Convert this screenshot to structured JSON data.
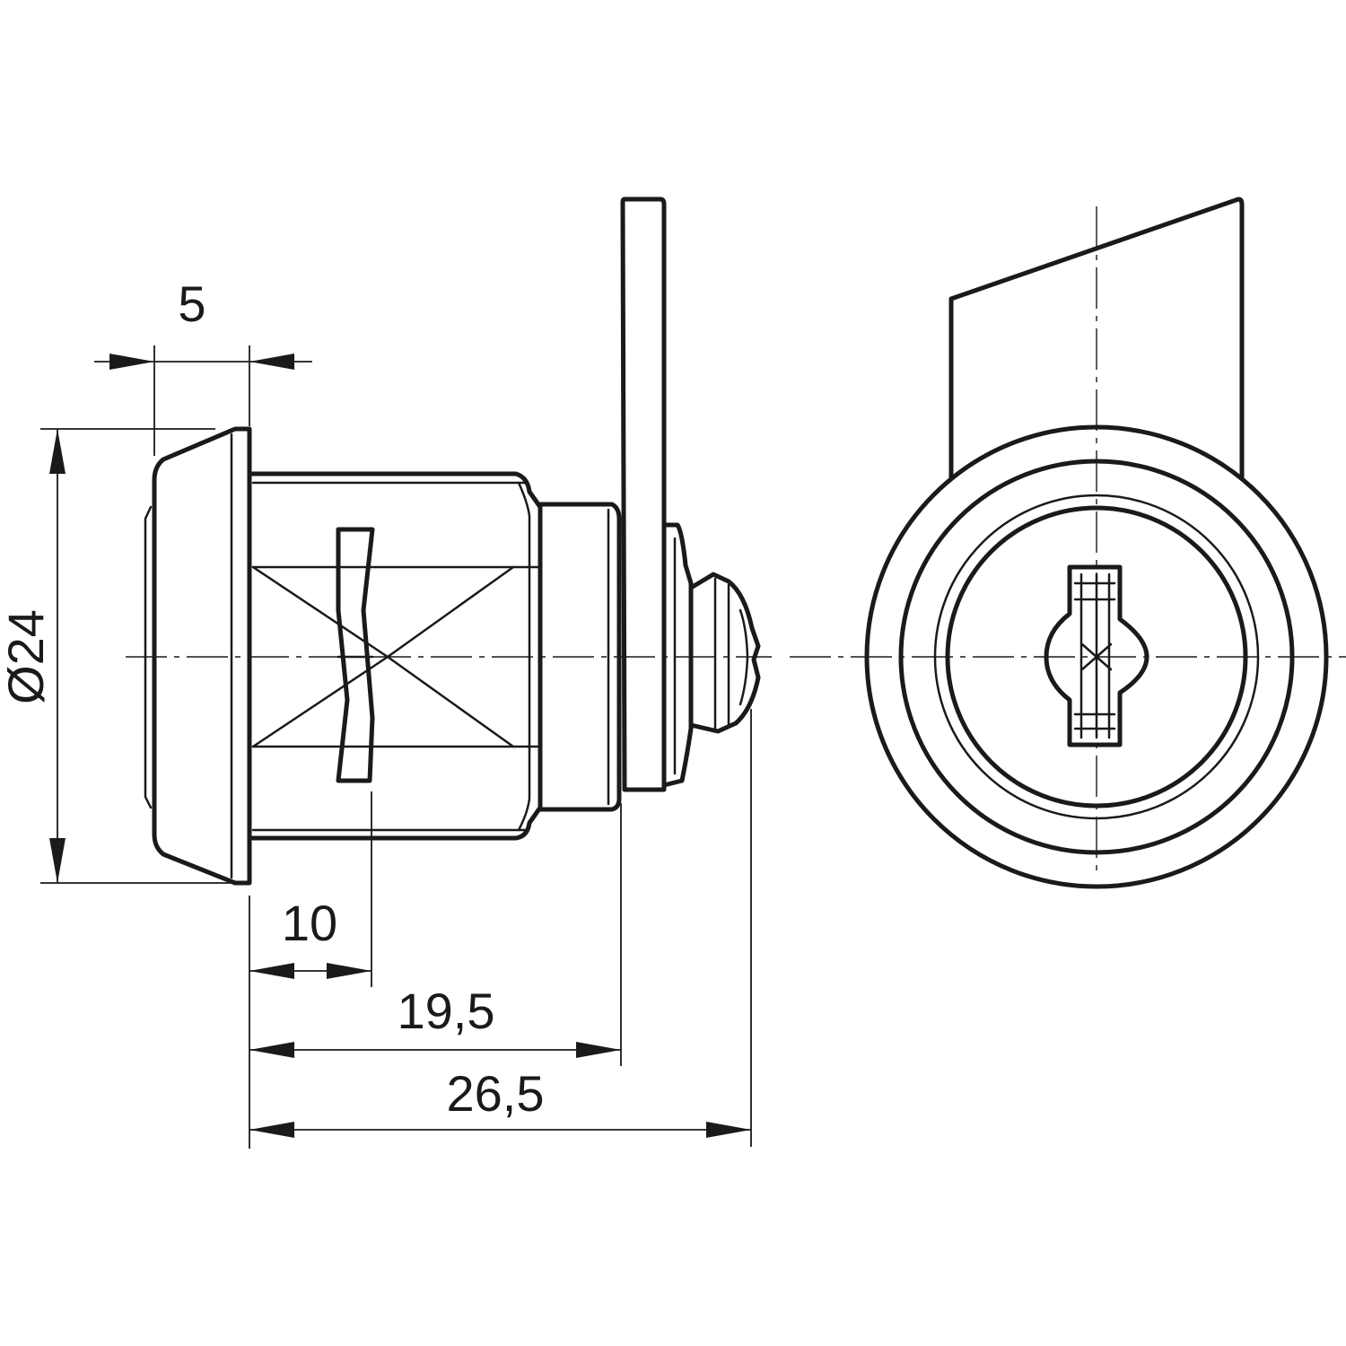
{
  "dimensions": {
    "flange_thickness": "5",
    "diameter": "Ø24",
    "to_nut_center": "10",
    "to_cam": "19,5",
    "overall_length": "26,5"
  }
}
